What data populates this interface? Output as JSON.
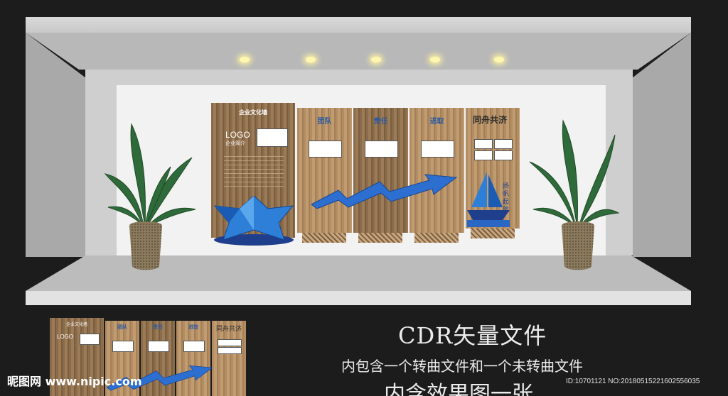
{
  "wall": {
    "main_panel_title": "企业文化墙",
    "logo": "LOGO",
    "intro": "企业简介",
    "panels": [
      {
        "title": "团队"
      },
      {
        "title": "责任"
      },
      {
        "title": "进取"
      }
    ],
    "right_panel_title": "同舟共济",
    "right_panel_slogan": "扬帆起航"
  },
  "caption": {
    "line1": "CDR矢量文件",
    "line2": "内包含一个转曲文件和一个未转曲文件",
    "line3": "内含效果图一张"
  },
  "watermark": {
    "site": "昵图网 www.nipic.com",
    "id": "ID:10701121 NO:20180515221602556035"
  },
  "colors": {
    "accent_blue": "#2c6fd1",
    "wood": "#8a6b4a"
  }
}
